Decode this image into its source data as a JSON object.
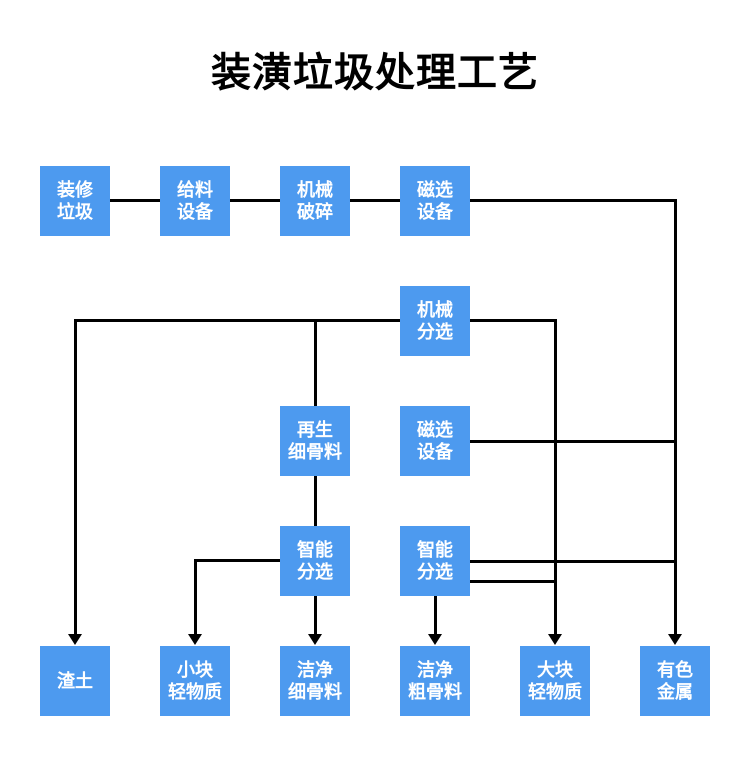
{
  "title": "装潢垃圾处理工艺",
  "colors": {
    "background": "#FFFFFF",
    "node_fill": "#4D9AEF",
    "node_text": "#FFFFFF",
    "line": "#000000",
    "title_text": "#000000"
  },
  "nodes": {
    "zhuangxiu_laji": {
      "line1": "装修",
      "line2": "垃圾"
    },
    "geiliao_shebei": {
      "line1": "给料",
      "line2": "设备"
    },
    "jixie_posui": {
      "line1": "机械",
      "line2": "破碎"
    },
    "cixuan_shebei_1": {
      "line1": "磁选",
      "line2": "设备"
    },
    "jixie_fenxuan": {
      "line1": "机械",
      "line2": "分选"
    },
    "zaisheng_xiguliao": {
      "line1": "再生",
      "line2": "细骨料"
    },
    "cixuan_shebei_2": {
      "line1": "磁选",
      "line2": "设备"
    },
    "zhineng_fenxuan_1": {
      "line1": "智能",
      "line2": "分选"
    },
    "zhineng_fenxuan_2": {
      "line1": "智能",
      "line2": "分选"
    },
    "zhatu": {
      "line1": "渣土"
    },
    "xiaokuai_qingwuzhi": {
      "line1": "小块",
      "line2": "轻物质"
    },
    "jiejing_xiguliao": {
      "line1": "洁净",
      "line2": "细骨料"
    },
    "jiejing_cuguliao": {
      "line1": "洁净",
      "line2": "粗骨料"
    },
    "dakuai_qingwuzhi": {
      "line1": "大块",
      "line2": "轻物质"
    },
    "youse_jinshu": {
      "line1": "有色",
      "line2": "金属"
    }
  },
  "edges": [
    {
      "from": "装修垃圾",
      "to": "给料设备"
    },
    {
      "from": "给料设备",
      "to": "机械破碎"
    },
    {
      "from": "机械破碎",
      "to": "磁选设备(上)"
    },
    {
      "from": "磁选设备(上)",
      "to": "有色金属"
    },
    {
      "from": "机械分选",
      "to": "渣土"
    },
    {
      "from": "机械分选",
      "to": "再生细骨料"
    },
    {
      "from": "机械分选",
      "to": "大块轻物质"
    },
    {
      "from": "磁选设备(中)",
      "to": "有色金属"
    },
    {
      "from": "再生细骨料",
      "to": "智能分选(左)"
    },
    {
      "from": "智能分选(左)",
      "to": "小块轻物质"
    },
    {
      "from": "智能分选(左)",
      "to": "洁净细骨料"
    },
    {
      "from": "智能分选(右)",
      "to": "有色金属"
    },
    {
      "from": "智能分选(右)",
      "to": "大块轻物质"
    },
    {
      "from": "智能分选(右)",
      "to": "洁净粗骨料"
    }
  ]
}
